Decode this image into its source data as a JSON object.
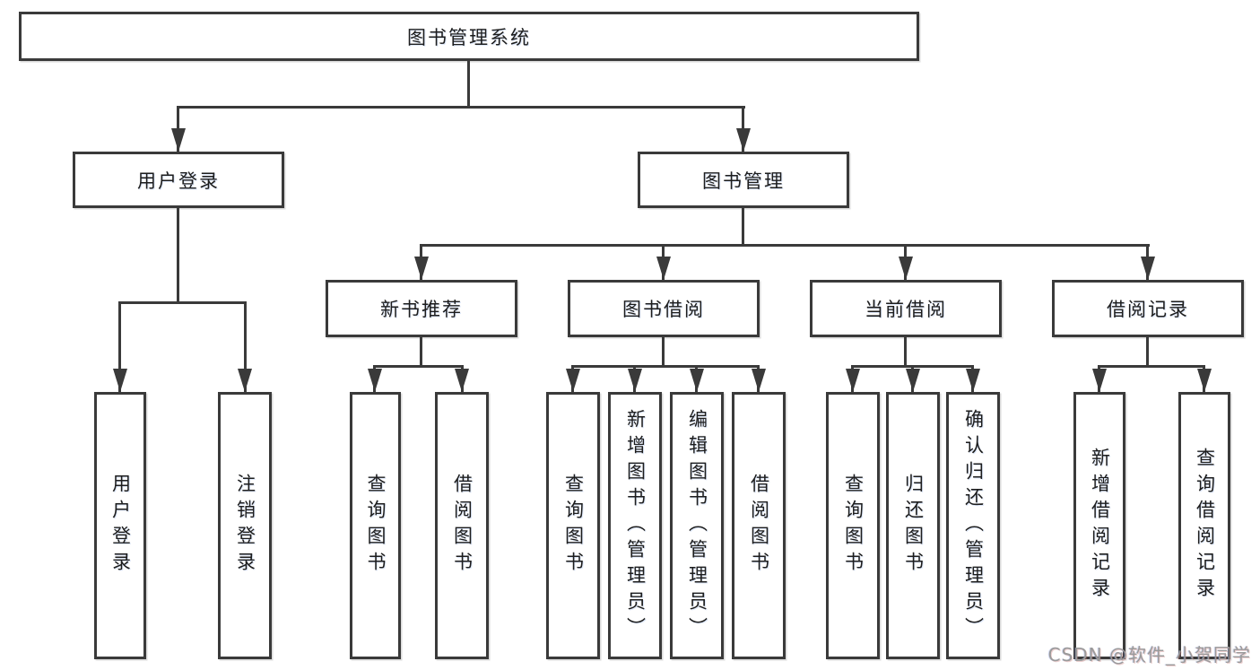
{
  "diagram": {
    "nodes": {
      "root": "图书管理系统",
      "user_login": "用户登录",
      "book_mgmt": "图书管理",
      "new_book_rec": "新书推荐",
      "book_borrow": "图书借阅",
      "current_borrow": "当前借阅",
      "borrow_record": "借阅记录",
      "leaf_user_login": "用户登录",
      "leaf_logout": "注销登录",
      "leaf_nb_query": "查询图书",
      "leaf_nb_borrow": "借阅图书",
      "leaf_bb_query": "查询图书",
      "leaf_bb_add": "新增图书（管理员）",
      "leaf_bb_edit": "编辑图书（管理员）",
      "leaf_bb_borrow": "借阅图书",
      "leaf_cb_query": "查询图书",
      "leaf_cb_return": "归还图书",
      "leaf_cb_confirm": "确认归还（管理员）",
      "leaf_br_add": "新增借阅记录",
      "leaf_br_query": "查询借阅记录"
    },
    "watermark": "CSDN @软件_小贺同学",
    "colors": {
      "line": "#3a3a3a",
      "text": "#1d1d1d",
      "watermark": "#9a9a9a",
      "background": "#ffffff"
    }
  }
}
